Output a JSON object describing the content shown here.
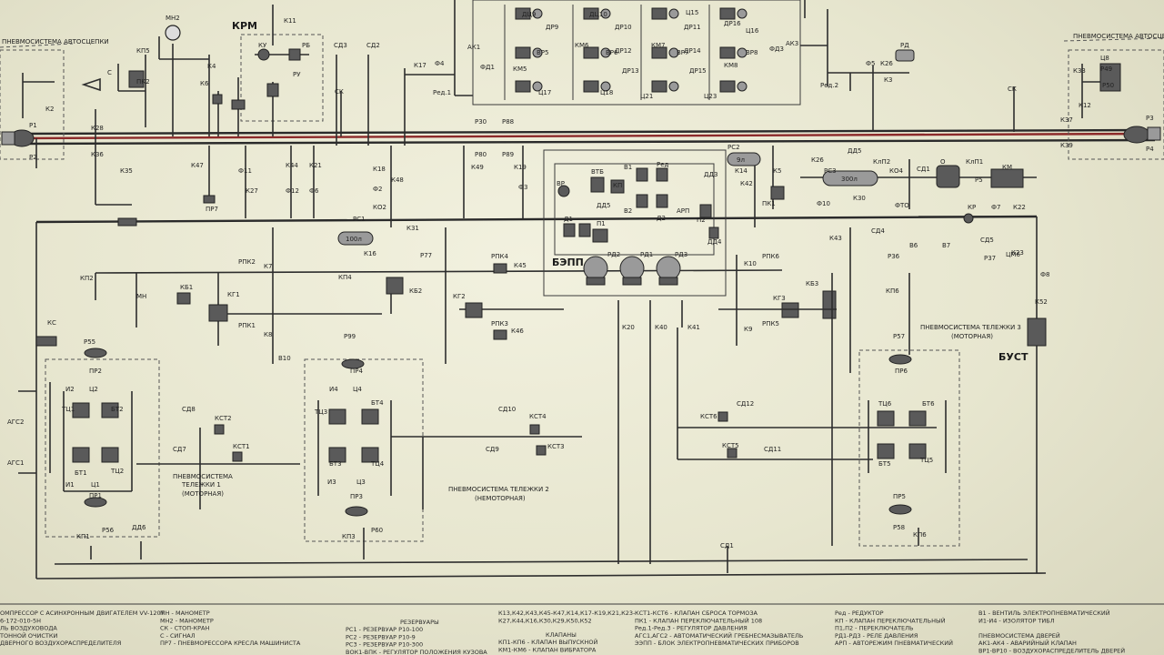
{
  "headings": {
    "krm": "КРМ",
    "bepp": "БЭПП",
    "bust": "БУСТ",
    "pneumo_top_right": "ПНЕВМОСИСТЕМА АВТОСЦЕПКИ",
    "pneumo_top_left": "ПНЕВМОСИСТЕМА АВТОСЦЕПКИ",
    "bogie1_a": "ПНЕВМОСИСТЕМА",
    "bogie1_b": "ТЕЛЕЖКИ 1",
    "bogie1_c": "(МОТОРНАЯ)",
    "bogie2_a": "ПНЕВМОСИСТЕМА ТЕЛЕЖКИ 2",
    "bogie2_b": "(НЕМОТОРНАЯ)",
    "bogie3_a": "ПНЕВМОСИСТЕМА ТЕЛЕЖКИ 3",
    "bogie3_b": "(МОТОРНАЯ)"
  },
  "labels": [
    {
      "id": "k11",
      "text": "К11"
    },
    {
      "id": "mn2",
      "text": "МН2"
    },
    {
      "id": "ku",
      "text": "КУ"
    },
    {
      "id": "rb",
      "text": "РБ"
    },
    {
      "id": "ru",
      "text": "РУ"
    },
    {
      "id": "k6",
      "text": "К6"
    },
    {
      "id": "k4",
      "text": "К4"
    },
    {
      "id": "kp5",
      "text": "КП5"
    },
    {
      "id": "c",
      "text": "С"
    },
    {
      "id": "pk2",
      "text": "ПК2"
    },
    {
      "id": "k2",
      "text": "К2"
    },
    {
      "id": "r1",
      "text": "Р1"
    },
    {
      "id": "r2",
      "text": "Р2"
    },
    {
      "id": "k28",
      "text": "К28"
    },
    {
      "id": "k36",
      "text": "К36"
    },
    {
      "id": "k35",
      "text": "К35"
    },
    {
      "id": "sd3",
      "text": "СД3"
    },
    {
      "id": "sd2",
      "text": "СД2"
    },
    {
      "id": "sk",
      "text": "СК"
    },
    {
      "id": "k17",
      "text": "К17"
    },
    {
      "id": "f4",
      "text": "Ф4"
    },
    {
      "id": "red1",
      "text": "Ред.1"
    },
    {
      "id": "ak1",
      "text": "АК1"
    },
    {
      "id": "fd1",
      "text": "ФД1"
    },
    {
      "id": "r30",
      "text": "Р30"
    },
    {
      "id": "r88",
      "text": "Р88"
    },
    {
      "id": "r80",
      "text": "Р80"
    },
    {
      "id": "r89",
      "text": "Р89"
    },
    {
      "id": "k47",
      "text": "К47"
    },
    {
      "id": "f11",
      "text": "Ф11"
    },
    {
      "id": "k44",
      "text": "К44"
    },
    {
      "id": "k21",
      "text": "К21"
    },
    {
      "id": "k27",
      "text": "К27"
    },
    {
      "id": "f12",
      "text": "Ф12"
    },
    {
      "id": "f6",
      "text": "Ф6"
    },
    {
      "id": "pr7",
      "text": "ПР7"
    },
    {
      "id": "k18",
      "text": "К18"
    },
    {
      "id": "f2",
      "text": "Ф2"
    },
    {
      "id": "ko2",
      "text": "КО2"
    },
    {
      "id": "k48",
      "text": "К48"
    },
    {
      "id": "rs1",
      "text": "РС1"
    },
    {
      "id": "k31",
      "text": "К31"
    },
    {
      "id": "k16",
      "text": "К16"
    },
    {
      "id": "k49",
      "text": "К49"
    },
    {
      "id": "k19",
      "text": "К19"
    },
    {
      "id": "f3",
      "text": "Ф3"
    },
    {
      "id": "r77",
      "text": "Р77"
    },
    {
      "id": "kg1",
      "text": "КГ1"
    },
    {
      "id": "kb1",
      "text": "КБ1"
    },
    {
      "id": "rpk2",
      "text": "РПК2"
    },
    {
      "id": "rpk1",
      "text": "РПК1"
    },
    {
      "id": "k7",
      "text": "К7"
    },
    {
      "id": "k8",
      "text": "К8"
    },
    {
      "id": "kp4",
      "text": "КП4"
    },
    {
      "id": "kb2",
      "text": "КБ2"
    },
    {
      "id": "kg2",
      "text": "КГ2"
    },
    {
      "id": "rpk4",
      "text": "РПК4"
    },
    {
      "id": "k45",
      "text": "К45"
    },
    {
      "id": "rpk3",
      "text": "РПК3"
    },
    {
      "id": "k46",
      "text": "К46"
    },
    {
      "id": "kp2",
      "text": "КП2"
    },
    {
      "id": "mn",
      "text": "МН"
    },
    {
      "id": "kc",
      "text": "КС"
    },
    {
      "id": "r55",
      "text": "Р55"
    },
    {
      "id": "pr2",
      "text": "ПР2"
    },
    {
      "id": "r99",
      "text": "Р99"
    },
    {
      "id": "pr4",
      "text": "ПР4"
    },
    {
      "id": "v10",
      "text": "В10"
    },
    {
      "id": "i2",
      "text": "И2"
    },
    {
      "id": "c2",
      "text": "Ц2"
    },
    {
      "id": "tc1",
      "text": "ТЦ1"
    },
    {
      "id": "bt2",
      "text": "БТ2"
    },
    {
      "id": "bt1",
      "text": "БТ1"
    },
    {
      "id": "tc2",
      "text": "ТЦ2"
    },
    {
      "id": "i1",
      "text": "И1"
    },
    {
      "id": "c1",
      "text": "Ц1"
    },
    {
      "id": "pr1",
      "text": "ПР1"
    },
    {
      "id": "r56",
      "text": "Р56"
    },
    {
      "id": "kp1",
      "text": "КП1"
    },
    {
      "id": "dd6",
      "text": "ДД6"
    },
    {
      "id": "sd8",
      "text": "СД8"
    },
    {
      "id": "kst2",
      "text": "КСТ2"
    },
    {
      "id": "sd7",
      "text": "СД7"
    },
    {
      "id": "kst1",
      "text": "КСТ1"
    },
    {
      "id": "ags2",
      "text": "АГС2"
    },
    {
      "id": "ags1",
      "text": "АГС1"
    },
    {
      "id": "i4",
      "text": "И4"
    },
    {
      "id": "c4",
      "text": "Ц4"
    },
    {
      "id": "tc3",
      "text": "ТЦ3"
    },
    {
      "id": "bt4",
      "text": "БТ4"
    },
    {
      "id": "bt3",
      "text": "БТ3"
    },
    {
      "id": "tc4",
      "text": "ТЦ4"
    },
    {
      "id": "i3",
      "text": "И3"
    },
    {
      "id": "c3",
      "text": "Ц3"
    },
    {
      "id": "pr3",
      "text": "ПР3"
    },
    {
      "id": "r60",
      "text": "Р60"
    },
    {
      "id": "kp3",
      "text": "КП3"
    },
    {
      "id": "sd10",
      "text": "СД10"
    },
    {
      "id": "kst4",
      "text": "КСТ4"
    },
    {
      "id": "sd9",
      "text": "СД9"
    },
    {
      "id": "kst3",
      "text": "КСТ3"
    },
    {
      "id": "vr",
      "text": "ВР"
    },
    {
      "id": "vtb",
      "text": "ВТБ"
    },
    {
      "id": "kp",
      "text": "КП"
    },
    {
      "id": "v1",
      "text": "В1"
    },
    {
      "id": "red",
      "text": "Ред"
    },
    {
      "id": "dd3",
      "text": "ДД3"
    },
    {
      "id": "dd5",
      "text": "ДД5"
    },
    {
      "id": "v2",
      "text": "В2"
    },
    {
      "id": "d2",
      "text": "Д2"
    },
    {
      "id": "arp",
      "text": "АРП"
    },
    {
      "id": "d1",
      "text": "Д1"
    },
    {
      "id": "p1",
      "text": "П1"
    },
    {
      "id": "p2",
      "text": "П2"
    },
    {
      "id": "dd4",
      "text": "ДД4"
    },
    {
      "id": "rd2",
      "text": "РД2"
    },
    {
      "id": "rd1",
      "text": "РД1"
    },
    {
      "id": "rd3",
      "text": "РД3"
    },
    {
      "id": "k20",
      "text": "К20"
    },
    {
      "id": "k40",
      "text": "К40"
    },
    {
      "id": "k41",
      "text": "К41"
    },
    {
      "id": "rs2",
      "text": "РС2"
    },
    {
      "id": "k14",
      "text": "К14"
    },
    {
      "id": "k42",
      "text": "К42"
    },
    {
      "id": "k5",
      "text": "К5"
    },
    {
      "id": "pk1",
      "text": "ПК1"
    },
    {
      "id": "k26",
      "text": "К26"
    },
    {
      "id": "f10",
      "text": "Ф10"
    },
    {
      "id": "rs3",
      "text": "РС3"
    },
    {
      "id": "k30",
      "text": "К30"
    },
    {
      "id": "dd5b",
      "text": "ДД5"
    },
    {
      "id": "klp2",
      "text": "КлП2"
    },
    {
      "id": "ko4",
      "text": "КО4"
    },
    {
      "id": "fto",
      "text": "ФТО"
    },
    {
      "id": "sd1",
      "text": "СД1"
    },
    {
      "id": "o",
      "text": "О"
    },
    {
      "id": "klp1",
      "text": "КлП1"
    },
    {
      "id": "km",
      "text": "КМ"
    },
    {
      "id": "r5",
      "text": "Р5"
    },
    {
      "id": "sd4",
      "text": "СД4"
    },
    {
      "id": "k43",
      "text": "К43"
    },
    {
      "id": "v6",
      "text": "В6"
    },
    {
      "id": "v7",
      "text": "В7"
    },
    {
      "id": "sd5",
      "text": "СД5"
    },
    {
      "id": "r36",
      "text": "Р36"
    },
    {
      "id": "r37",
      "text": "Р37"
    },
    {
      "id": "cm6",
      "text": "ЦМ6"
    },
    {
      "id": "kr",
      "text": "КР"
    },
    {
      "id": "f7",
      "text": "Ф7"
    },
    {
      "id": "k22",
      "text": "К22"
    },
    {
      "id": "k23",
      "text": "К23"
    },
    {
      "id": "f8",
      "text": "Ф8"
    },
    {
      "id": "k52",
      "text": "К52"
    },
    {
      "id": "rpk6",
      "text": "РПК6"
    },
    {
      "id": "k10",
      "text": "К10"
    },
    {
      "id": "kg3",
      "text": "КГ3"
    },
    {
      "id": "kb3",
      "text": "КБ3"
    },
    {
      "id": "rpk5",
      "text": "РПК5"
    },
    {
      "id": "k9",
      "text": "К9"
    },
    {
      "id": "kp6",
      "text": "КП6"
    },
    {
      "id": "r57",
      "text": "Р57"
    },
    {
      "id": "pr6",
      "text": "ПР6"
    },
    {
      "id": "sd12",
      "text": "СД12"
    },
    {
      "id": "kst6",
      "text": "КСТ6"
    },
    {
      "id": "sd11",
      "text": "СД11"
    },
    {
      "id": "kst5",
      "text": "КСТ5"
    },
    {
      "id": "tc6",
      "text": "ТЦ6"
    },
    {
      "id": "bt6",
      "text": "БТ6"
    },
    {
      "id": "bt5",
      "text": "БТ5"
    },
    {
      "id": "tc5",
      "text": "ТЦ5"
    },
    {
      "id": "pr5",
      "text": "ПР5"
    },
    {
      "id": "r58",
      "text": "Р58"
    },
    {
      "id": "kp6b",
      "text": "КП6"
    },
    {
      "id": "sd1b",
      "text": "СД1"
    },
    {
      "id": "red2",
      "text": "Ред.2"
    },
    {
      "id": "f5",
      "text": "Ф5"
    },
    {
      "id": "k26b",
      "text": "К26"
    },
    {
      "id": "k3",
      "text": "К3"
    },
    {
      "id": "rd",
      "text": "РД"
    },
    {
      "id": "fd3",
      "text": "ФД3"
    },
    {
      "id": "ak3",
      "text": "АК3"
    },
    {
      "id": "k37",
      "text": "К37"
    },
    {
      "id": "k39",
      "text": "К39"
    },
    {
      "id": "r3",
      "text": "Р3"
    },
    {
      "id": "r4",
      "text": "Р4"
    },
    {
      "id": "k33",
      "text": "К33"
    },
    {
      "id": "c8",
      "text": "Ц8"
    },
    {
      "id": "r49",
      "text": "Р49"
    },
    {
      "id": "r50",
      "text": "Р50"
    },
    {
      "id": "k12",
      "text": "К12"
    },
    {
      "id": "sk2",
      "text": "СК"
    },
    {
      "id": "km6",
      "text": "КМ6"
    },
    {
      "id": "km5",
      "text": "КМ5"
    },
    {
      "id": "km7",
      "text": "КМ7"
    },
    {
      "id": "km8",
      "text": "КМ8"
    },
    {
      "id": "dr12",
      "text": "ДР12"
    },
    {
      "id": "dr13",
      "text": "ДР13"
    },
    {
      "id": "dr14",
      "text": "ДР14"
    },
    {
      "id": "dr15",
      "text": "ДР15"
    },
    {
      "id": "vr5",
      "text": "ВР5"
    },
    {
      "id": "vr6",
      "text": "ВР6"
    },
    {
      "id": "vr7",
      "text": "ВР7"
    },
    {
      "id": "vr8",
      "text": "ВР8"
    },
    {
      "id": "c17",
      "text": "Ц17"
    },
    {
      "id": "c18",
      "text": "Ц18"
    },
    {
      "id": "c21",
      "text": "Ц21"
    },
    {
      "id": "c23",
      "text": "Ц23"
    },
    {
      "id": "c15",
      "text": "Ц15"
    },
    {
      "id": "c16",
      "text": "Ц16"
    },
    {
      "id": "dc9",
      "text": "ДЦ9"
    },
    {
      "id": "dc10",
      "text": "ДЦ10"
    },
    {
      "id": "dr9",
      "text": "ДР9"
    },
    {
      "id": "dr10",
      "text": "ДР10"
    },
    {
      "id": "dr11",
      "text": "ДР11"
    },
    {
      "id": "dr16",
      "text": "ДР16"
    }
  ],
  "legend": {
    "col1": [
      "МН - МАНОМЕТР",
      "МН2 - МАНОМЕТР",
      "СК - СТОП-КРАН",
      "С - СИГНАЛ",
      "ПР7 - ПНЕВМОРЕССОРА КРЕСЛА МАШИНИСТА"
    ],
    "col0": [
      "ОМПРЕССОР С АСИНХРОННЫМ ДВИГАТЕЛЕМ VV-120T",
      "6-172-010-5Н",
      "ЛЬ ВОЗДУХОВОДА",
      "ТОННОЙ ОЧИСТКИ",
      "ДВЕРНОГО ВОЗДУХОРАСПРЕДЕЛИТЕЛЯ"
    ],
    "col2_title": "РЕЗЕРВУАРЫ",
    "col2": [
      "РС1 - РЕЗЕРВУАР Р10-100",
      "РС2 - РЕЗЕРВУАР Р10-9",
      "РС3 - РЕЗЕРВУАР Р10-300",
      "ВОК1-ВПК - РЕГУЛЯТОР ПОЛОЖЕНИЯ КУЗОВА"
    ],
    "col3": [
      "К13,К42,К43,К45-К47,К14,К17-К19,К21,К23-",
      "К27,К44,К16,К30,К29,К50,К52"
    ],
    "col3_title": "КЛАПАНЫ",
    "col3b": [
      "КП1-КП6 - КЛАПАН ВЫПУСКНОЙ",
      "КМ1-КМ6 - КЛАПАН ВИБРАТОРА"
    ],
    "col4": [
      "КСТ1-КСТ6 - КЛАПАН СБРОСА ТОРМОЗА",
      "ПК1 - КЛАПАН ПЕРЕКЛЮЧАТЕЛЬНЫЙ 108",
      "Ред.1-Ред.3 - РЕГУЛЯТОР ДАВЛЕНИЯ",
      "АГС1,АГС2 - АВТОМАТИЧЕСКИЙ ГРЕБНЕСМАЗЫВАТЕЛЬ",
      "ЭЭПП - БЛОК ЭЛЕКТРОПНЕВМАТИЧЕСКИХ ПРИБОРОВ"
    ],
    "col5": [
      "Ред - РЕДУКТОР",
      "КП - КЛАПАН ПЕРЕКЛЮЧАТЕЛЬНЫЙ",
      "П1,П2 - ПЕРЕКЛЮЧАТЕЛЬ",
      "РД1-РД3 - РЕЛЕ ДАВЛЕНИЯ",
      "АРП - АВТОРЕЖИМ ПНЕВМАТИЧЕСКИЙ"
    ],
    "col6": [
      "В1 - ВЕНТИЛЬ ЭЛЕКТРОПНЕВМАТИЧЕСКИЙ",
      "И1-И4 - ИЗОЛЯТОР ТИБЛ",
      "",
      "ПНЕВМОСИСТЕМА ДВЕРЕЙ",
      "АК1-АК4 - АВАРИЙНЫЙ КЛАПАН",
      "ВР1-ВР10 - ВОЗДУХОРАСПРЕДЕЛИТЕЛЬ ДВЕРЕЙ"
    ]
  },
  "reservoir_marks": {
    "rs1": "100л",
    "rs2": "9л",
    "rs3": "300л"
  }
}
